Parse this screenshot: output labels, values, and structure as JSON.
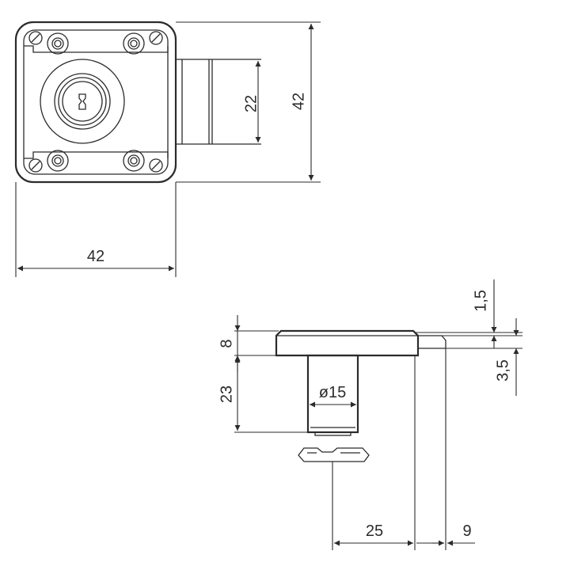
{
  "dimensions": {
    "top_width": "42",
    "top_height": "42",
    "bolt_height": "22",
    "flange_thickness": "8",
    "body_length": "23",
    "cylinder_diameter": "ø15",
    "backset": "25",
    "bolt_offset": "9",
    "plate_thickness": "1,5",
    "bolt_thickness": "3,5"
  },
  "colors": {
    "line": "#2b2b2b",
    "background": "#ffffff"
  }
}
